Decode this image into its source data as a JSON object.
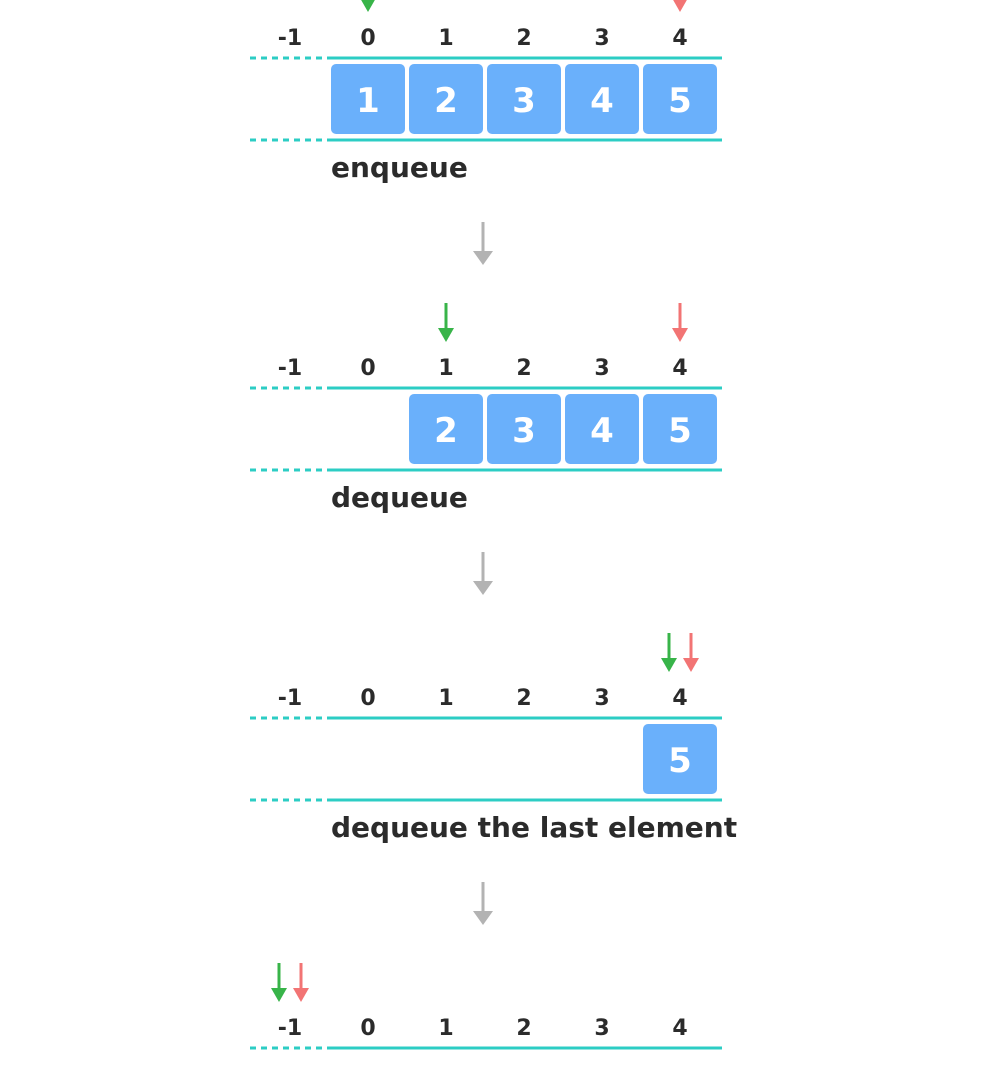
{
  "colors": {
    "cell_fill": "#6ab0fb",
    "rail": "#2ccdc4",
    "front_pointer": "#38b449",
    "rear_pointer": "#f27474",
    "step_arrow": "#b3b3b3",
    "text": "#2b2b2b"
  },
  "index_labels": [
    "-1",
    "0",
    "1",
    "2",
    "3",
    "4"
  ],
  "states": [
    {
      "caption": "enqueue",
      "cells": [
        {
          "index": 0,
          "value": "1"
        },
        {
          "index": 1,
          "value": "2"
        },
        {
          "index": 2,
          "value": "3"
        },
        {
          "index": 3,
          "value": "4"
        },
        {
          "index": 4,
          "value": "5"
        }
      ],
      "front": 0,
      "rear": 4
    },
    {
      "caption": "dequeue",
      "cells": [
        {
          "index": 1,
          "value": "2"
        },
        {
          "index": 2,
          "value": "3"
        },
        {
          "index": 3,
          "value": "4"
        },
        {
          "index": 4,
          "value": "5"
        }
      ],
      "front": 1,
      "rear": 4
    },
    {
      "caption": "dequeue the last element",
      "cells": [
        {
          "index": 4,
          "value": "5"
        }
      ],
      "front": 4,
      "rear": 4
    },
    {
      "caption": "",
      "cells": [],
      "front": -1,
      "rear": -1
    }
  ],
  "icons": {
    "front_pointer": "down-arrow-icon",
    "rear_pointer": "down-arrow-icon",
    "step_transition": "down-arrow-icon"
  }
}
